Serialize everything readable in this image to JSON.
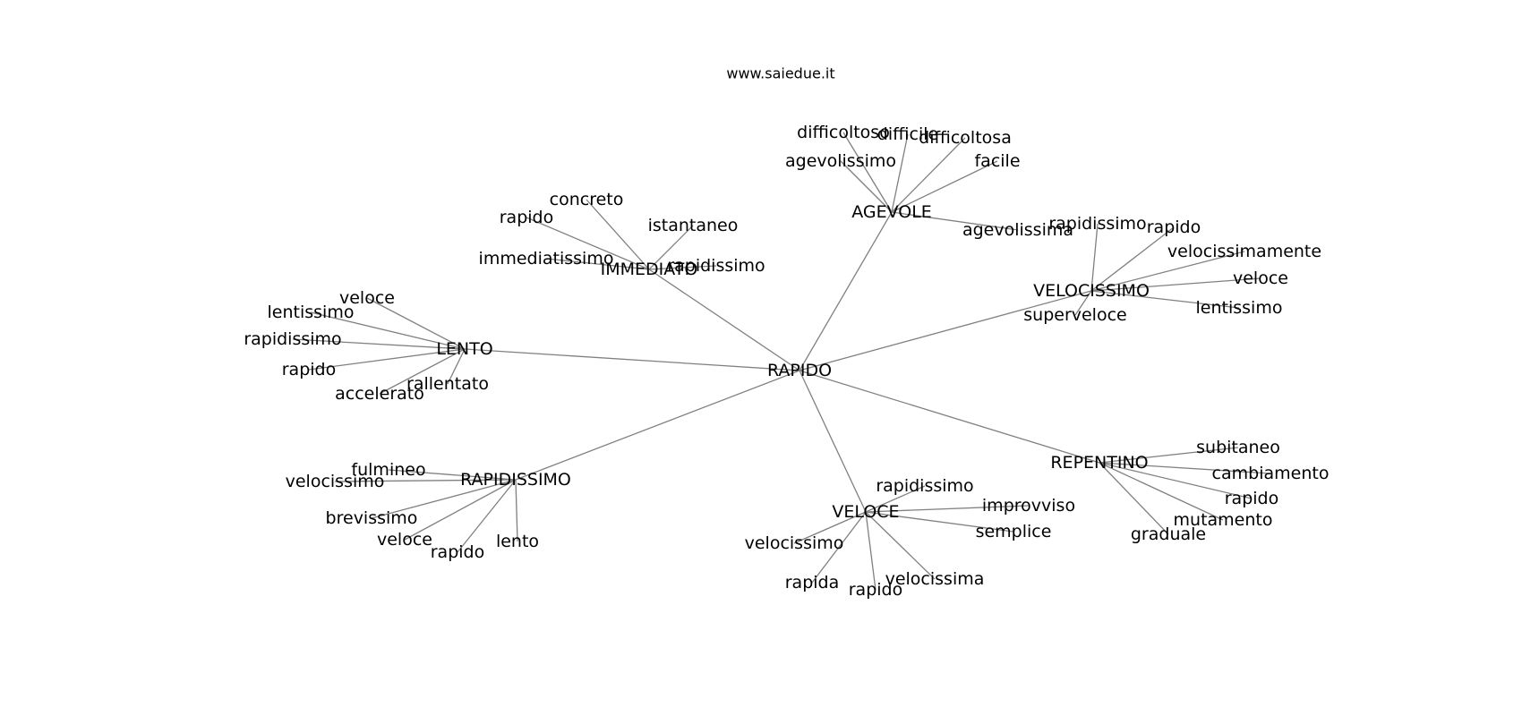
{
  "site": "www.saiedue.it",
  "root": "RAPIDO",
  "branches": [
    {
      "hub": "AGEVOLE",
      "leaves": [
        "difficoltoso",
        "difficile",
        "difficoltosa",
        "facile",
        "agevolissimo",
        "agevolissima"
      ]
    },
    {
      "hub": "IMMEDIATO",
      "leaves": [
        "concreto",
        "istantaneo",
        "rapido",
        "immediatissimo",
        "rapidissimo"
      ]
    },
    {
      "hub": "VELOCISSIMO",
      "leaves": [
        "rapidissimo",
        "rapido",
        "velocissimamente",
        "veloce",
        "lentissimo",
        "superveloce"
      ]
    },
    {
      "hub": "LENTO",
      "leaves": [
        "veloce",
        "lentissimo",
        "rapidissimo",
        "rapido",
        "accelerato",
        "rallentato"
      ]
    },
    {
      "hub": "RAPIDISSIMO",
      "leaves": [
        "fulmineo",
        "velocissimo",
        "brevissimo",
        "veloce",
        "rapido",
        "lento"
      ]
    },
    {
      "hub": "VELOCE",
      "leaves": [
        "rapidissimo",
        "improvviso",
        "semplice",
        "velocissimo",
        "rapida",
        "rapido",
        "velocissima"
      ]
    },
    {
      "hub": "REPENTINO",
      "leaves": [
        "subitaneo",
        "cambiamento",
        "rapido",
        "mutamento",
        "graduale"
      ]
    }
  ]
}
